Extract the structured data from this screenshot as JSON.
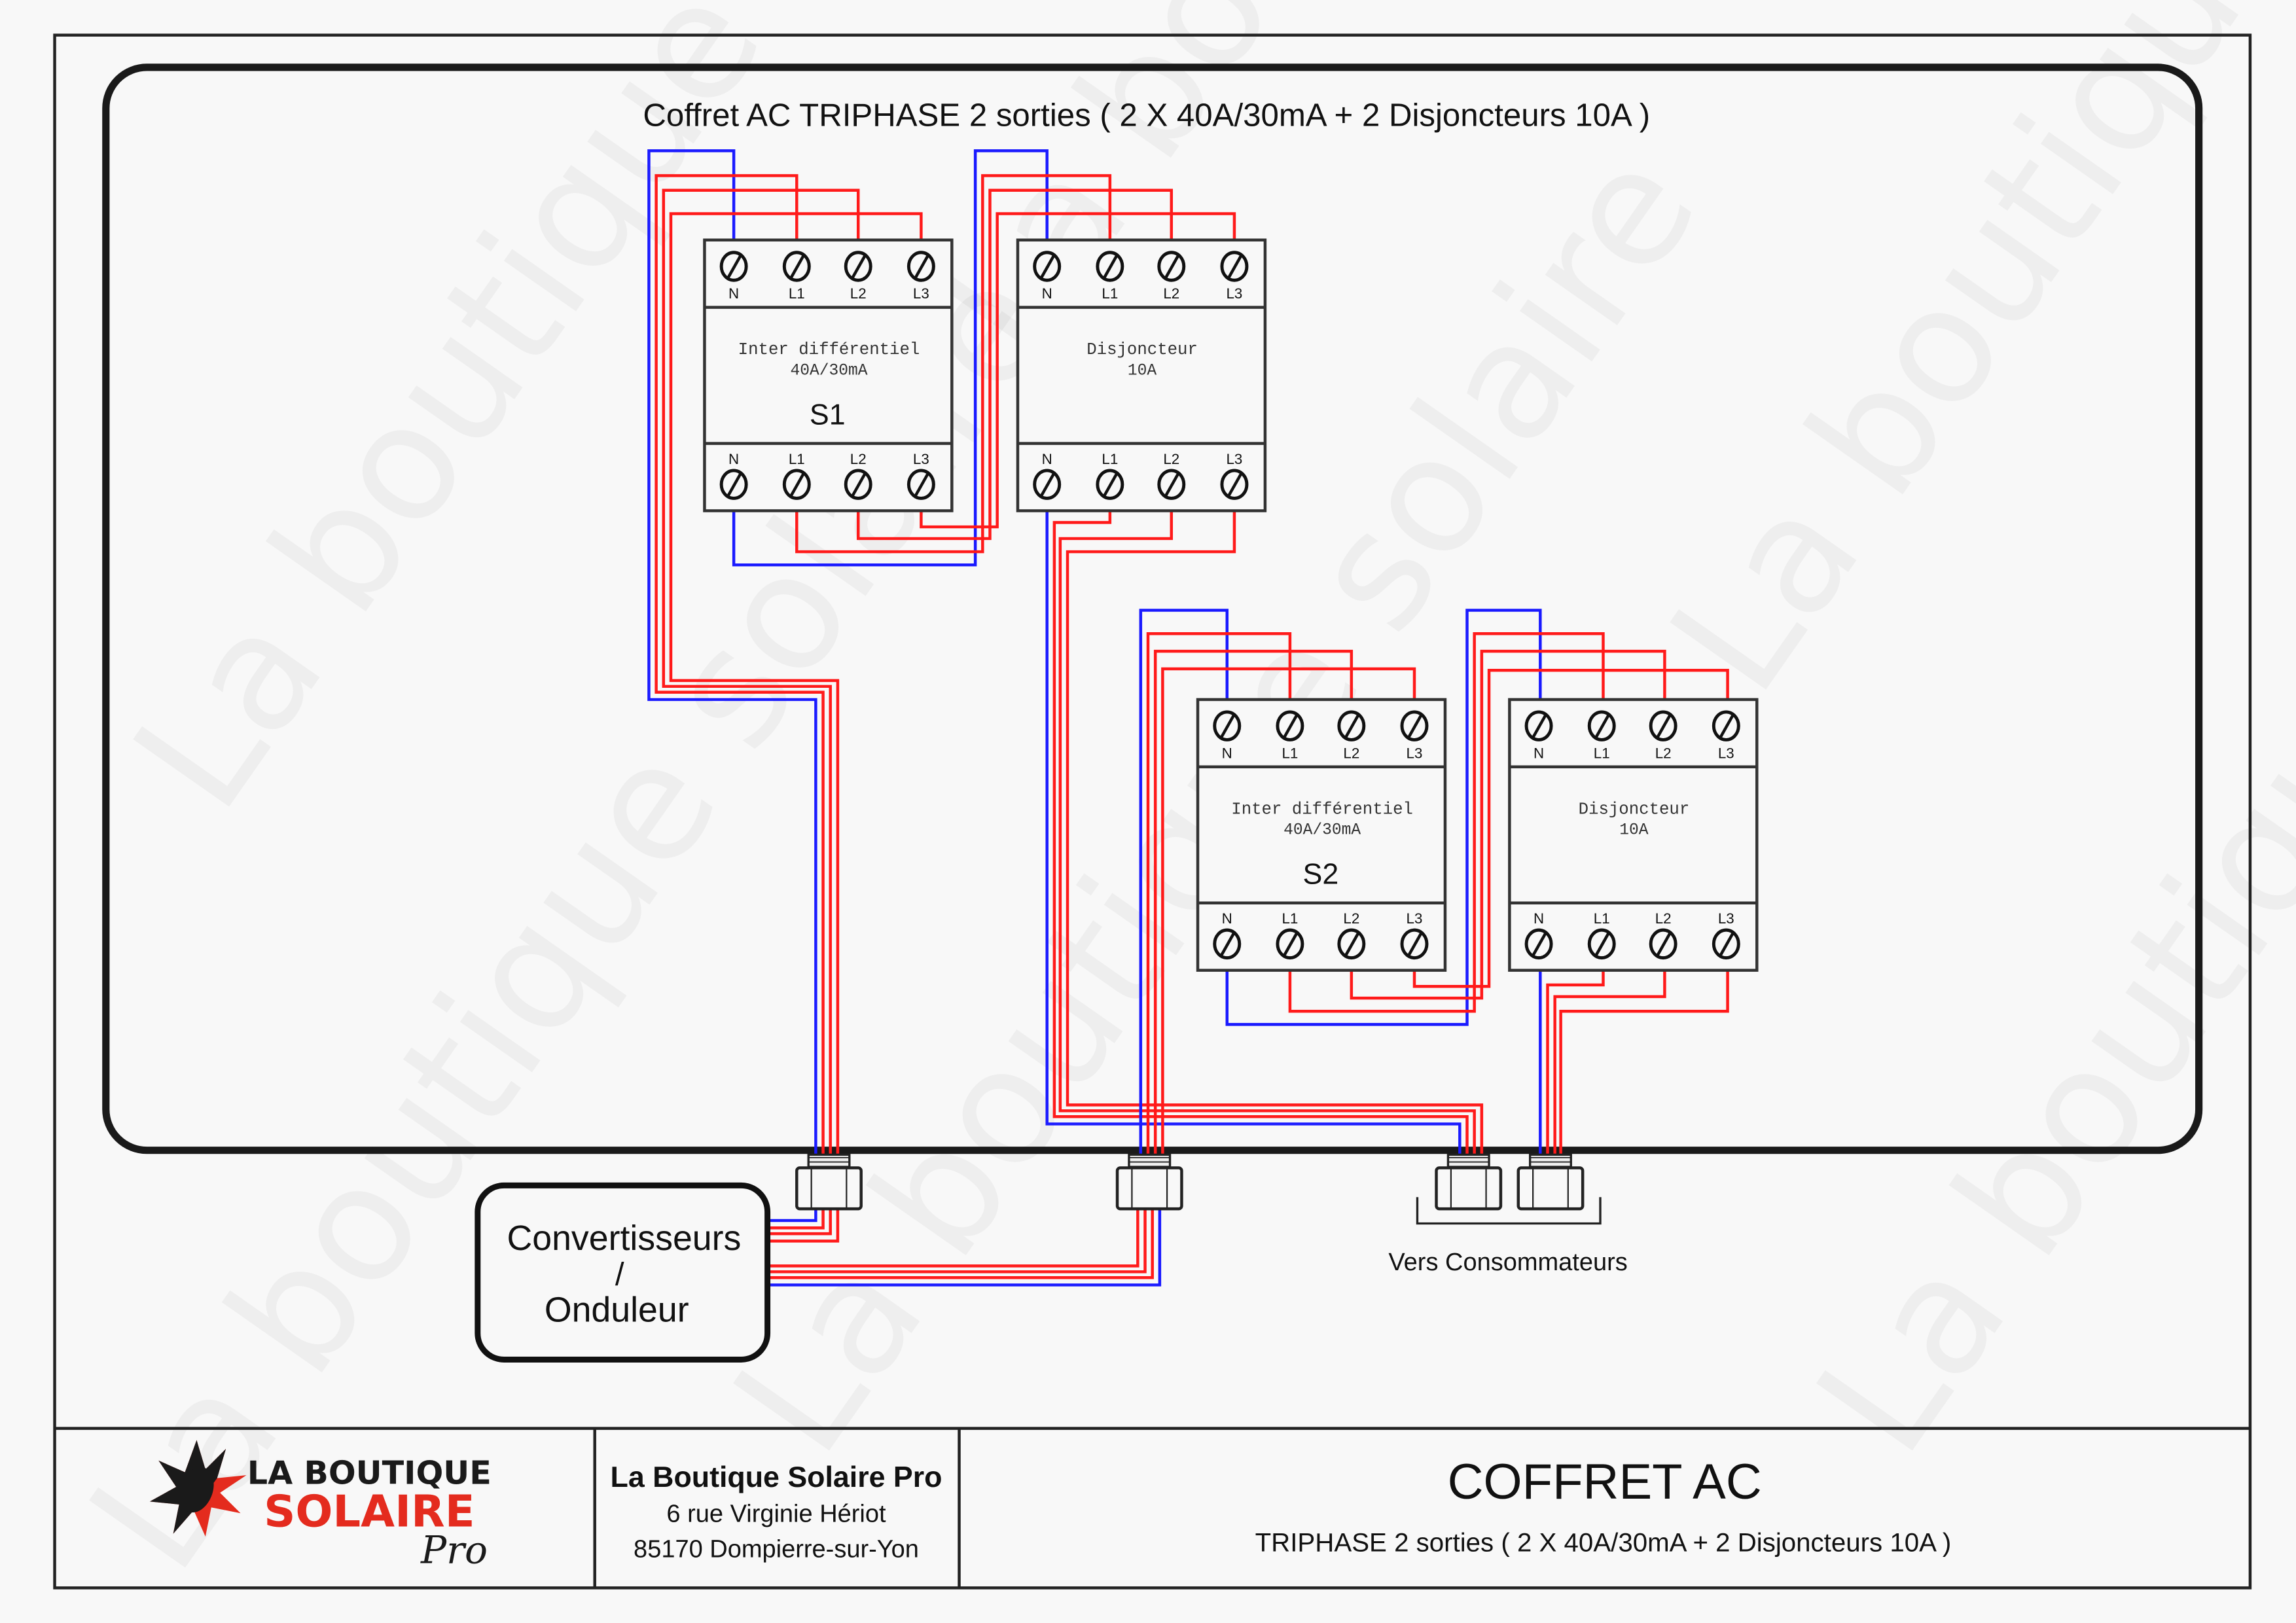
{
  "title": "Coffret AC TRIPHASE 2 sorties ( 2 X 40A/30mA  + 2 Disjoncteurs 10A )",
  "watermark": "La boutique solaire",
  "terminals": [
    "N",
    "L1",
    "L2",
    "L3"
  ],
  "modules": [
    {
      "id": "s1",
      "line1": "Inter différentiel",
      "line2": "40A/30mA",
      "tag": "S1"
    },
    {
      "id": "d1",
      "line1": "Disjoncteur",
      "line2": "10A",
      "tag": ""
    },
    {
      "id": "s2",
      "line1": "Inter différentiel",
      "line2": "40A/30mA",
      "tag": "S2"
    },
    {
      "id": "d2",
      "line1": "Disjoncteur",
      "line2": "10A",
      "tag": ""
    }
  ],
  "source": {
    "line1": "Convertisseurs",
    "line2": "/",
    "line3": "Onduleur"
  },
  "outputs_label": "Vers Consommateurs",
  "footer": {
    "logo": {
      "line1": "LA BOUTIQUE",
      "line2": "SOLAIRE",
      "line3": "Pro"
    },
    "company": "La Boutique Solaire Pro",
    "address1": "6 rue Virginie Hériot",
    "address2": "85170 Dompierre-sur-Yon",
    "doc_title": "COFFRET AC",
    "doc_subtitle": "TRIPHASE 2 sorties ( 2 X 40A/30mA  + 2 Disjoncteurs 10A )"
  },
  "colors": {
    "neutral": "#1a1aff",
    "phase": "#ff1a1a",
    "line": "#222222",
    "logo_red": "#e42b1e"
  }
}
